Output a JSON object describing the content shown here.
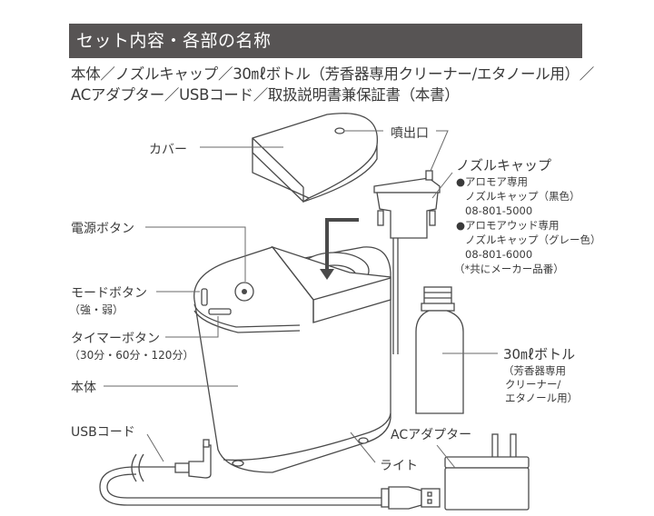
{
  "section_title": "セット内容・各部の名称",
  "contents": {
    "line1": "本体／ノズルキャップ／30㎖ボトル（芳香器専用クリーナー/エタノール用）／",
    "line2": "ACアダプター／USBコード／取扱説明書兼保証書（本書）"
  },
  "labels": {
    "cover": "カバー",
    "outlet": "噴出口",
    "power_button": "電源ボタン",
    "mode_button": "モードボタン",
    "mode_note": "（強・弱）",
    "timer_button": "タイマーボタン",
    "timer_note": "（30分・60分・120分）",
    "body": "本体",
    "usb_cord": "USBコード",
    "light": "ライト",
    "ac_adapter": "ACアダプター",
    "nozzle_cap": "ノズルキャップ",
    "bottle": "30㎖ボトル",
    "bottle_note1": "（芳香器専用",
    "bottle_note2": "クリーナー/",
    "bottle_note3": "エタノール用）"
  },
  "nozzle_info": [
    {
      "model": "●アロモア専用",
      "name": "ノズルキャップ（黒色）",
      "part_no": "08-801-5000"
    },
    {
      "model": "●アロモアウッド専用",
      "name": "ノズルキャップ（グレー色）",
      "part_no": "08-801-6000"
    }
  ],
  "nozzle_footnote": "（*共にメーカー品番）"
}
